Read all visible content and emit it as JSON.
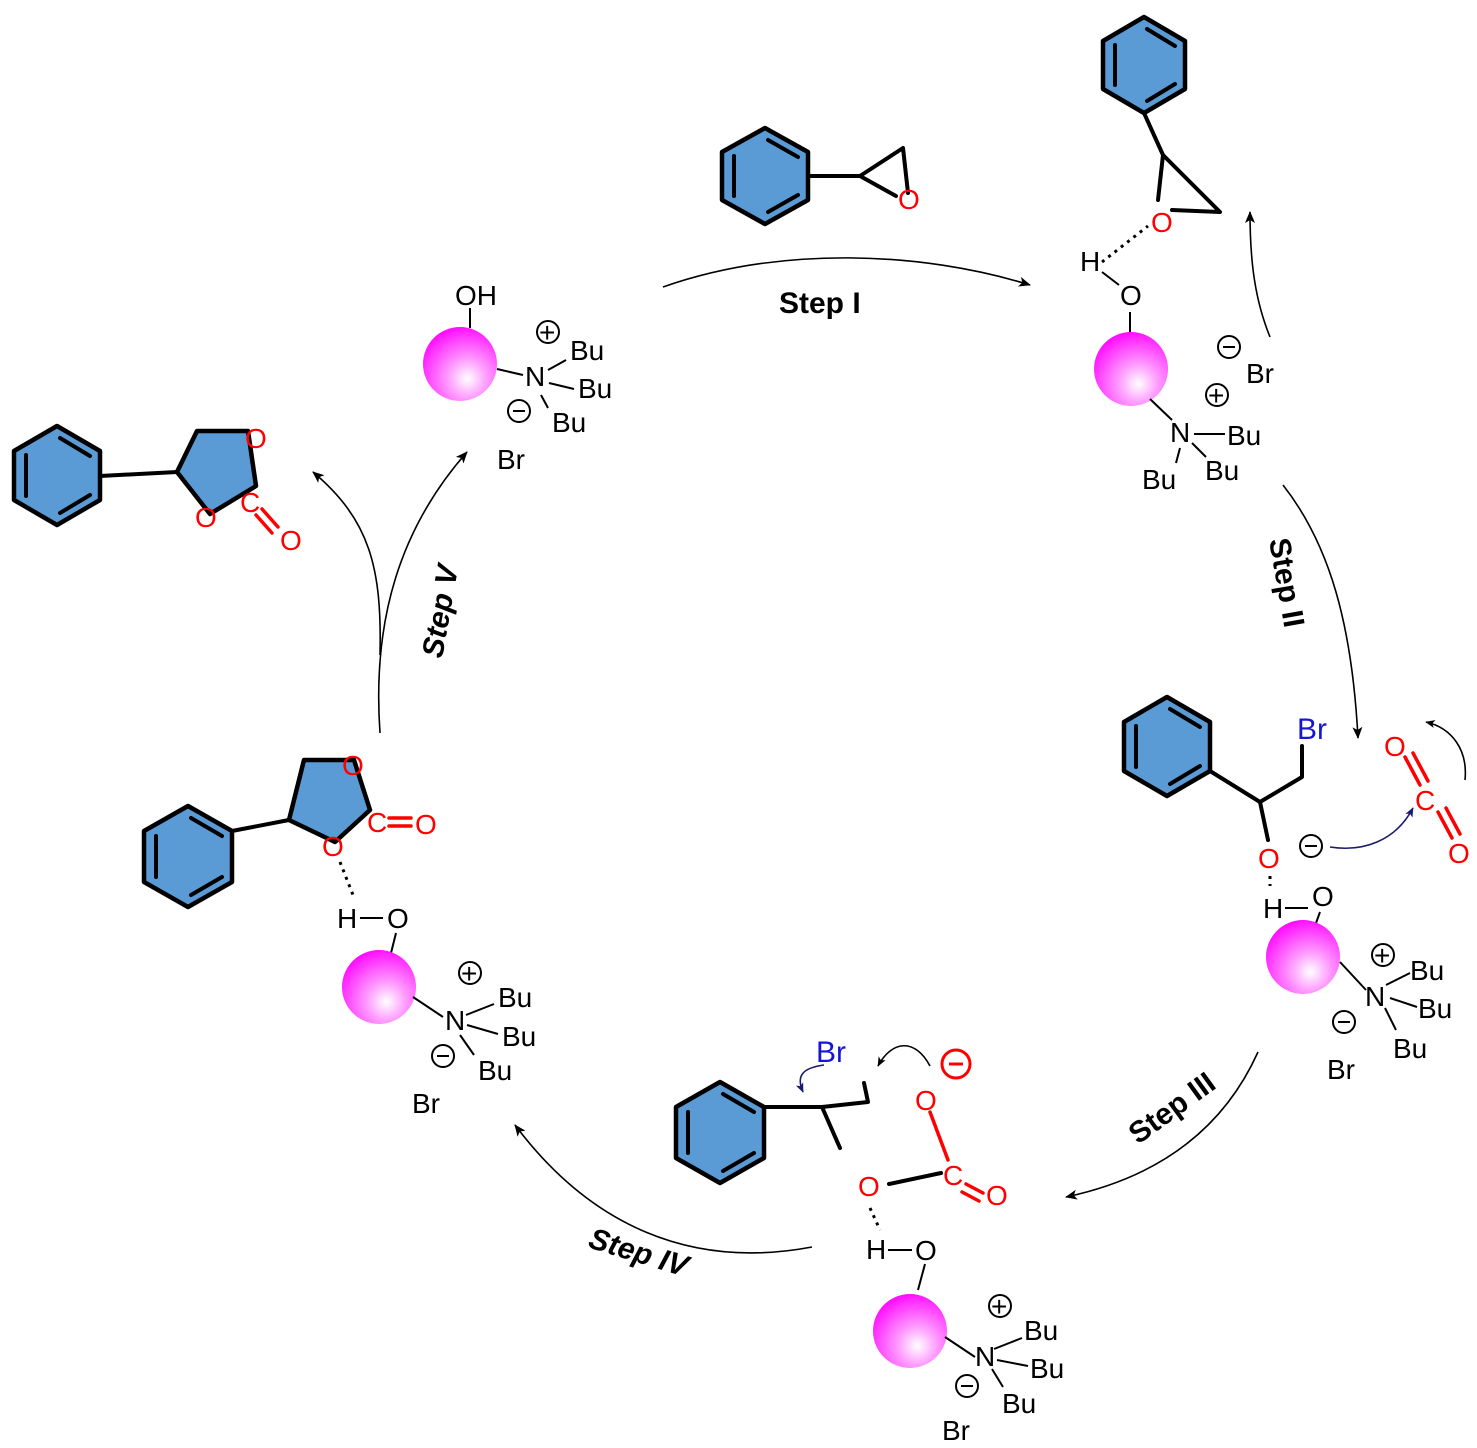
{
  "colors": {
    "ring_fill": "#5b9bd5",
    "oxygen": "#ff0000",
    "bromine": "#1515d6",
    "bead": "#ff00ff",
    "bond": "#000000"
  },
  "steps": {
    "step1": "Step I",
    "step2": "Step II",
    "step3": "Step III",
    "step4": "Step IV",
    "step5": "Step V"
  },
  "atoms": {
    "O": "O",
    "C": "C",
    "H": "H",
    "N": "N",
    "OH": "OH",
    "Bu": "Bu",
    "Br": "Br",
    "plus": "+",
    "minus": "−"
  }
}
